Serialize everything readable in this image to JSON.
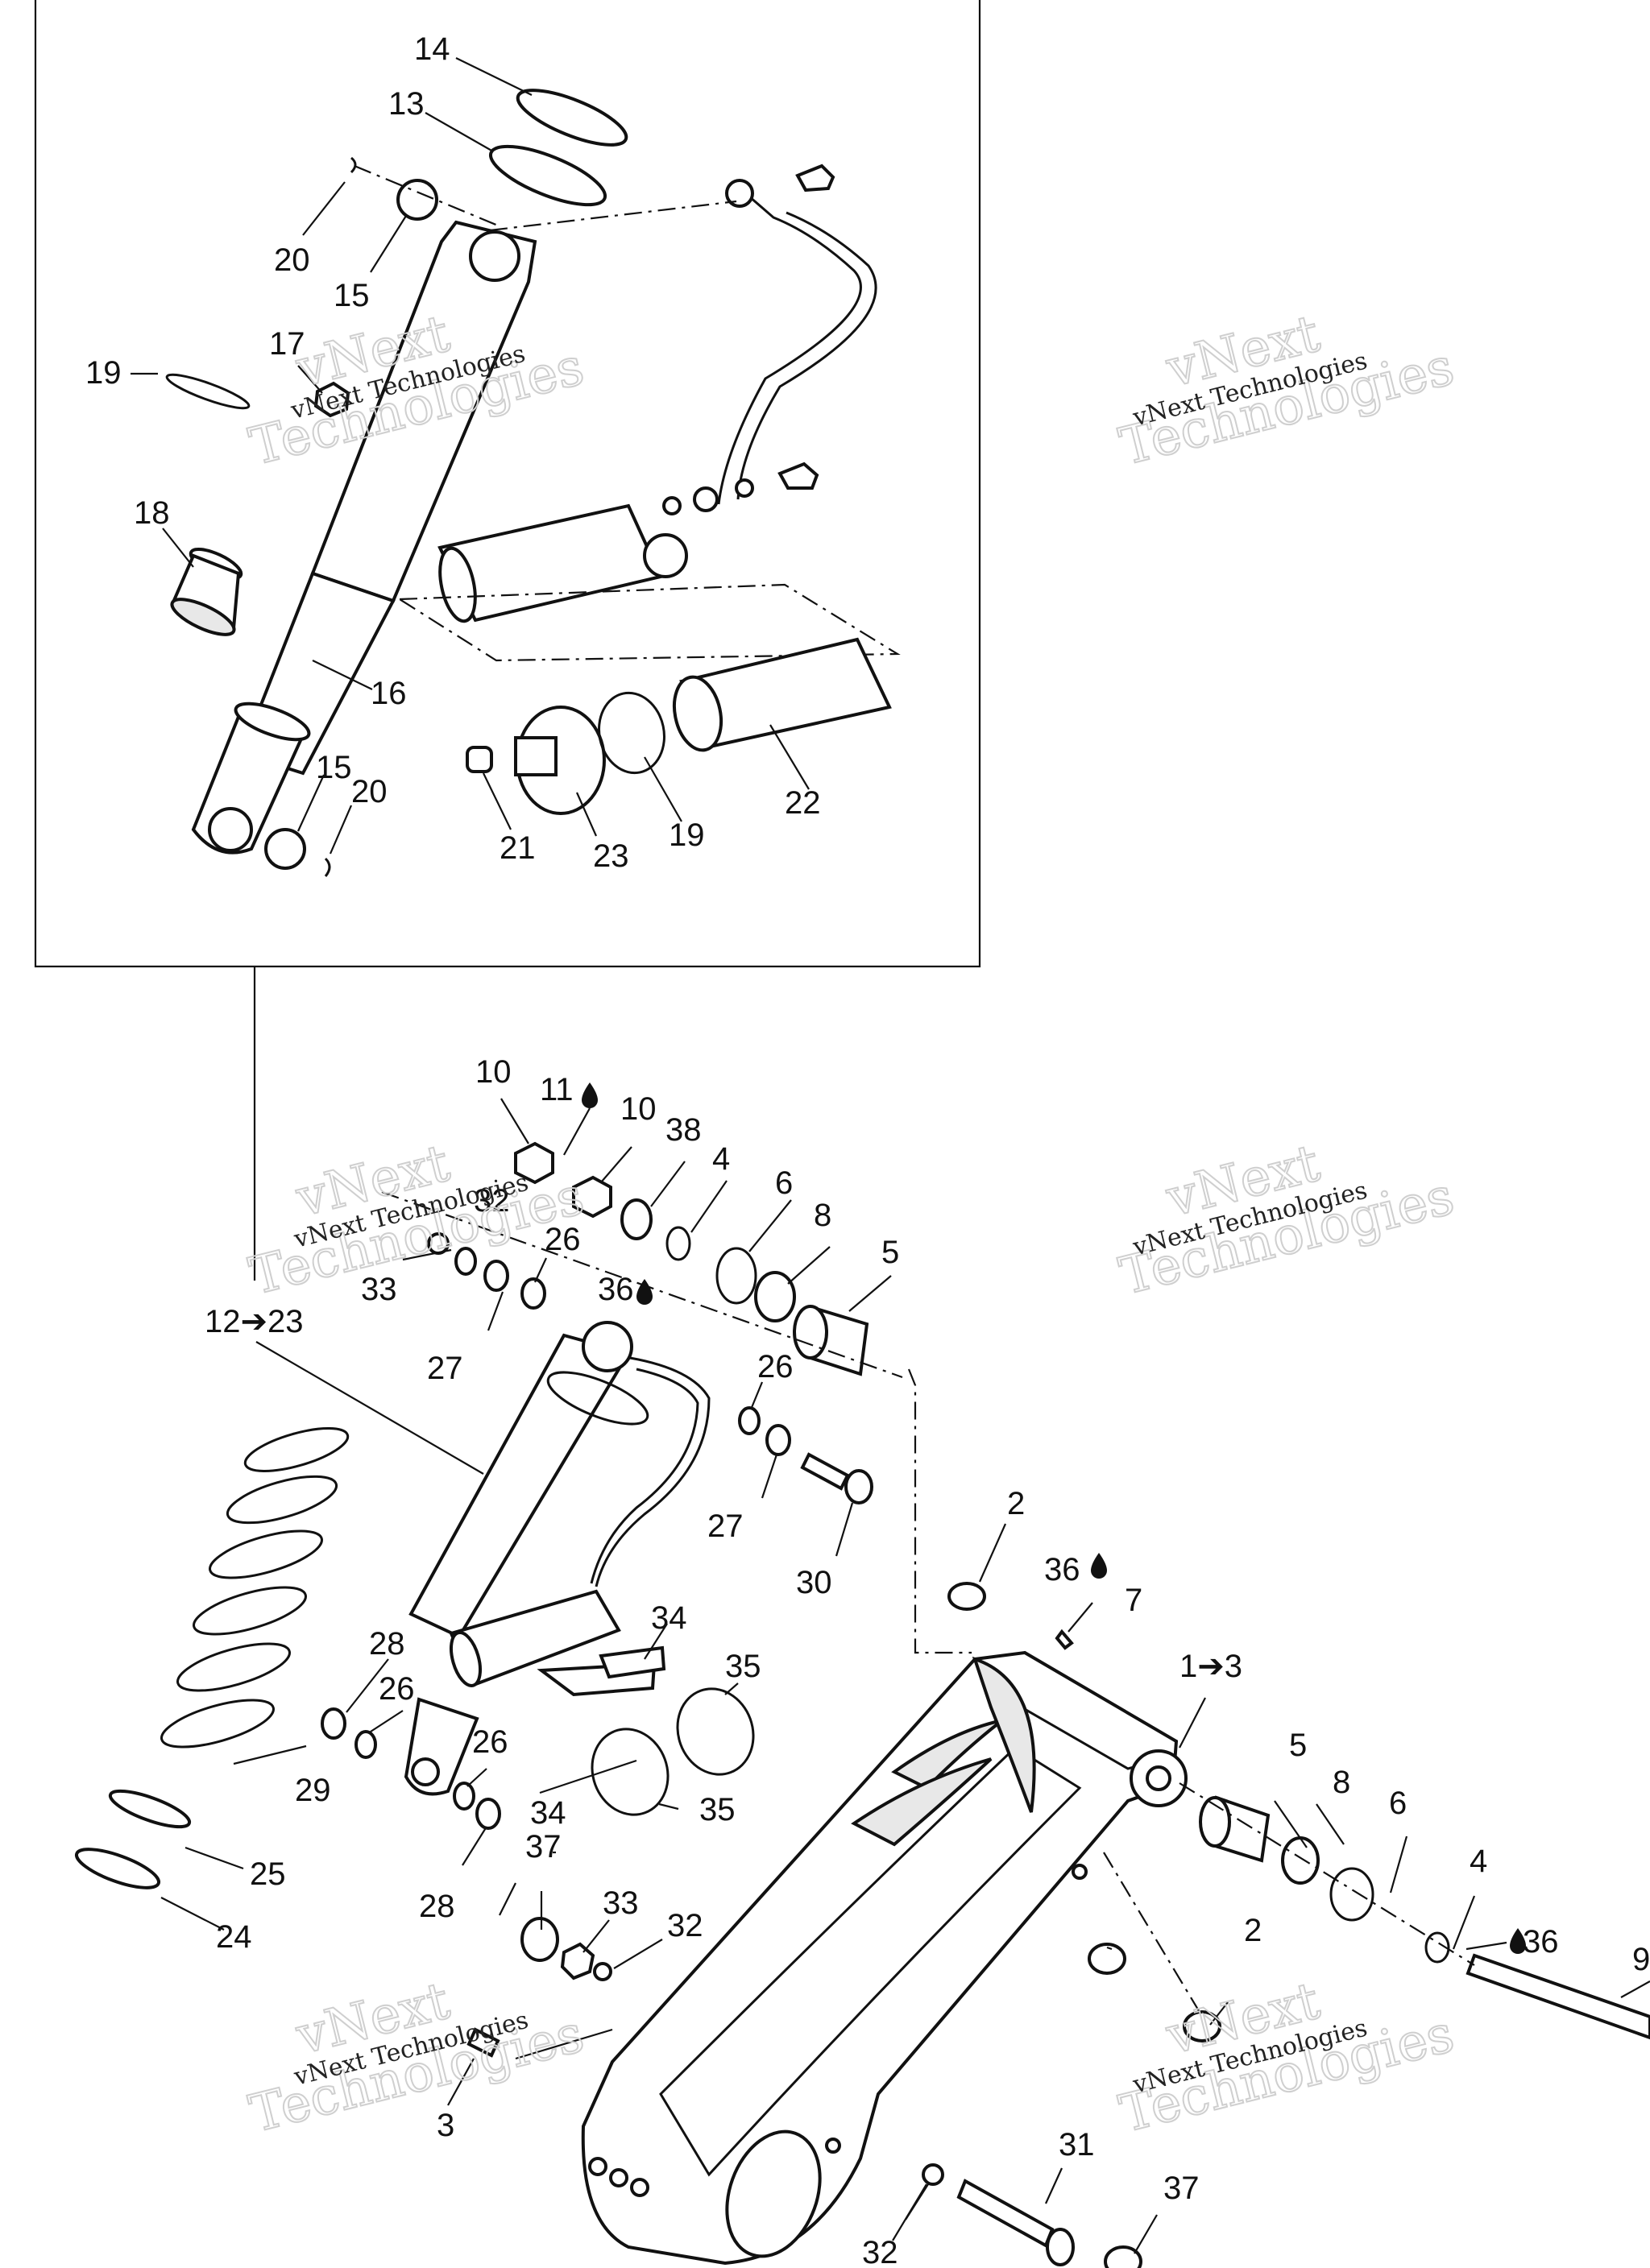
{
  "labels": {
    "l14": "14",
    "l13": "13",
    "l20a": "20",
    "l15a": "15",
    "l17": "17",
    "l19a": "19",
    "l18": "18",
    "l16": "16",
    "l15b": "15",
    "l20b": "20",
    "l21": "21",
    "l23": "23",
    "l19b": "19",
    "l22": "22",
    "l10a": "10",
    "l11": "11",
    "l10b": "10",
    "l38": "38",
    "l4a": "4",
    "l6a": "6",
    "l8a": "8",
    "l5a": "5",
    "l32a": "32",
    "l26a": "26",
    "l33a": "33",
    "l27a": "27",
    "l36a": "36",
    "l12_23": "12➔23",
    "l26b": "26",
    "l27b": "27",
    "l30": "30",
    "l2a": "2",
    "l36b": "36",
    "l7": "7",
    "l1_3": "1➔3",
    "l28a": "28",
    "l34a": "34",
    "l26c": "26",
    "l35a": "35",
    "l26d": "26",
    "l34b": "34",
    "l35b": "35",
    "l29": "29",
    "l5b": "5",
    "l8b": "8",
    "l6b": "6",
    "l25": "25",
    "l28b": "28",
    "l4b": "4",
    "l36c": "36",
    "l9": "9",
    "l24": "24",
    "l37a": "37",
    "l33b": "33",
    "l32b": "32",
    "l2b": "2",
    "l3": "3",
    "l31": "31",
    "l37b": "37",
    "l32c": "32"
  },
  "watermarks": {
    "big_top": "vNext",
    "big_bottom": "Technologies",
    "small": "vNext Technologies"
  },
  "colors": {
    "ink": "#111111",
    "watermark": "#cfcfcf",
    "background": "#ffffff"
  }
}
